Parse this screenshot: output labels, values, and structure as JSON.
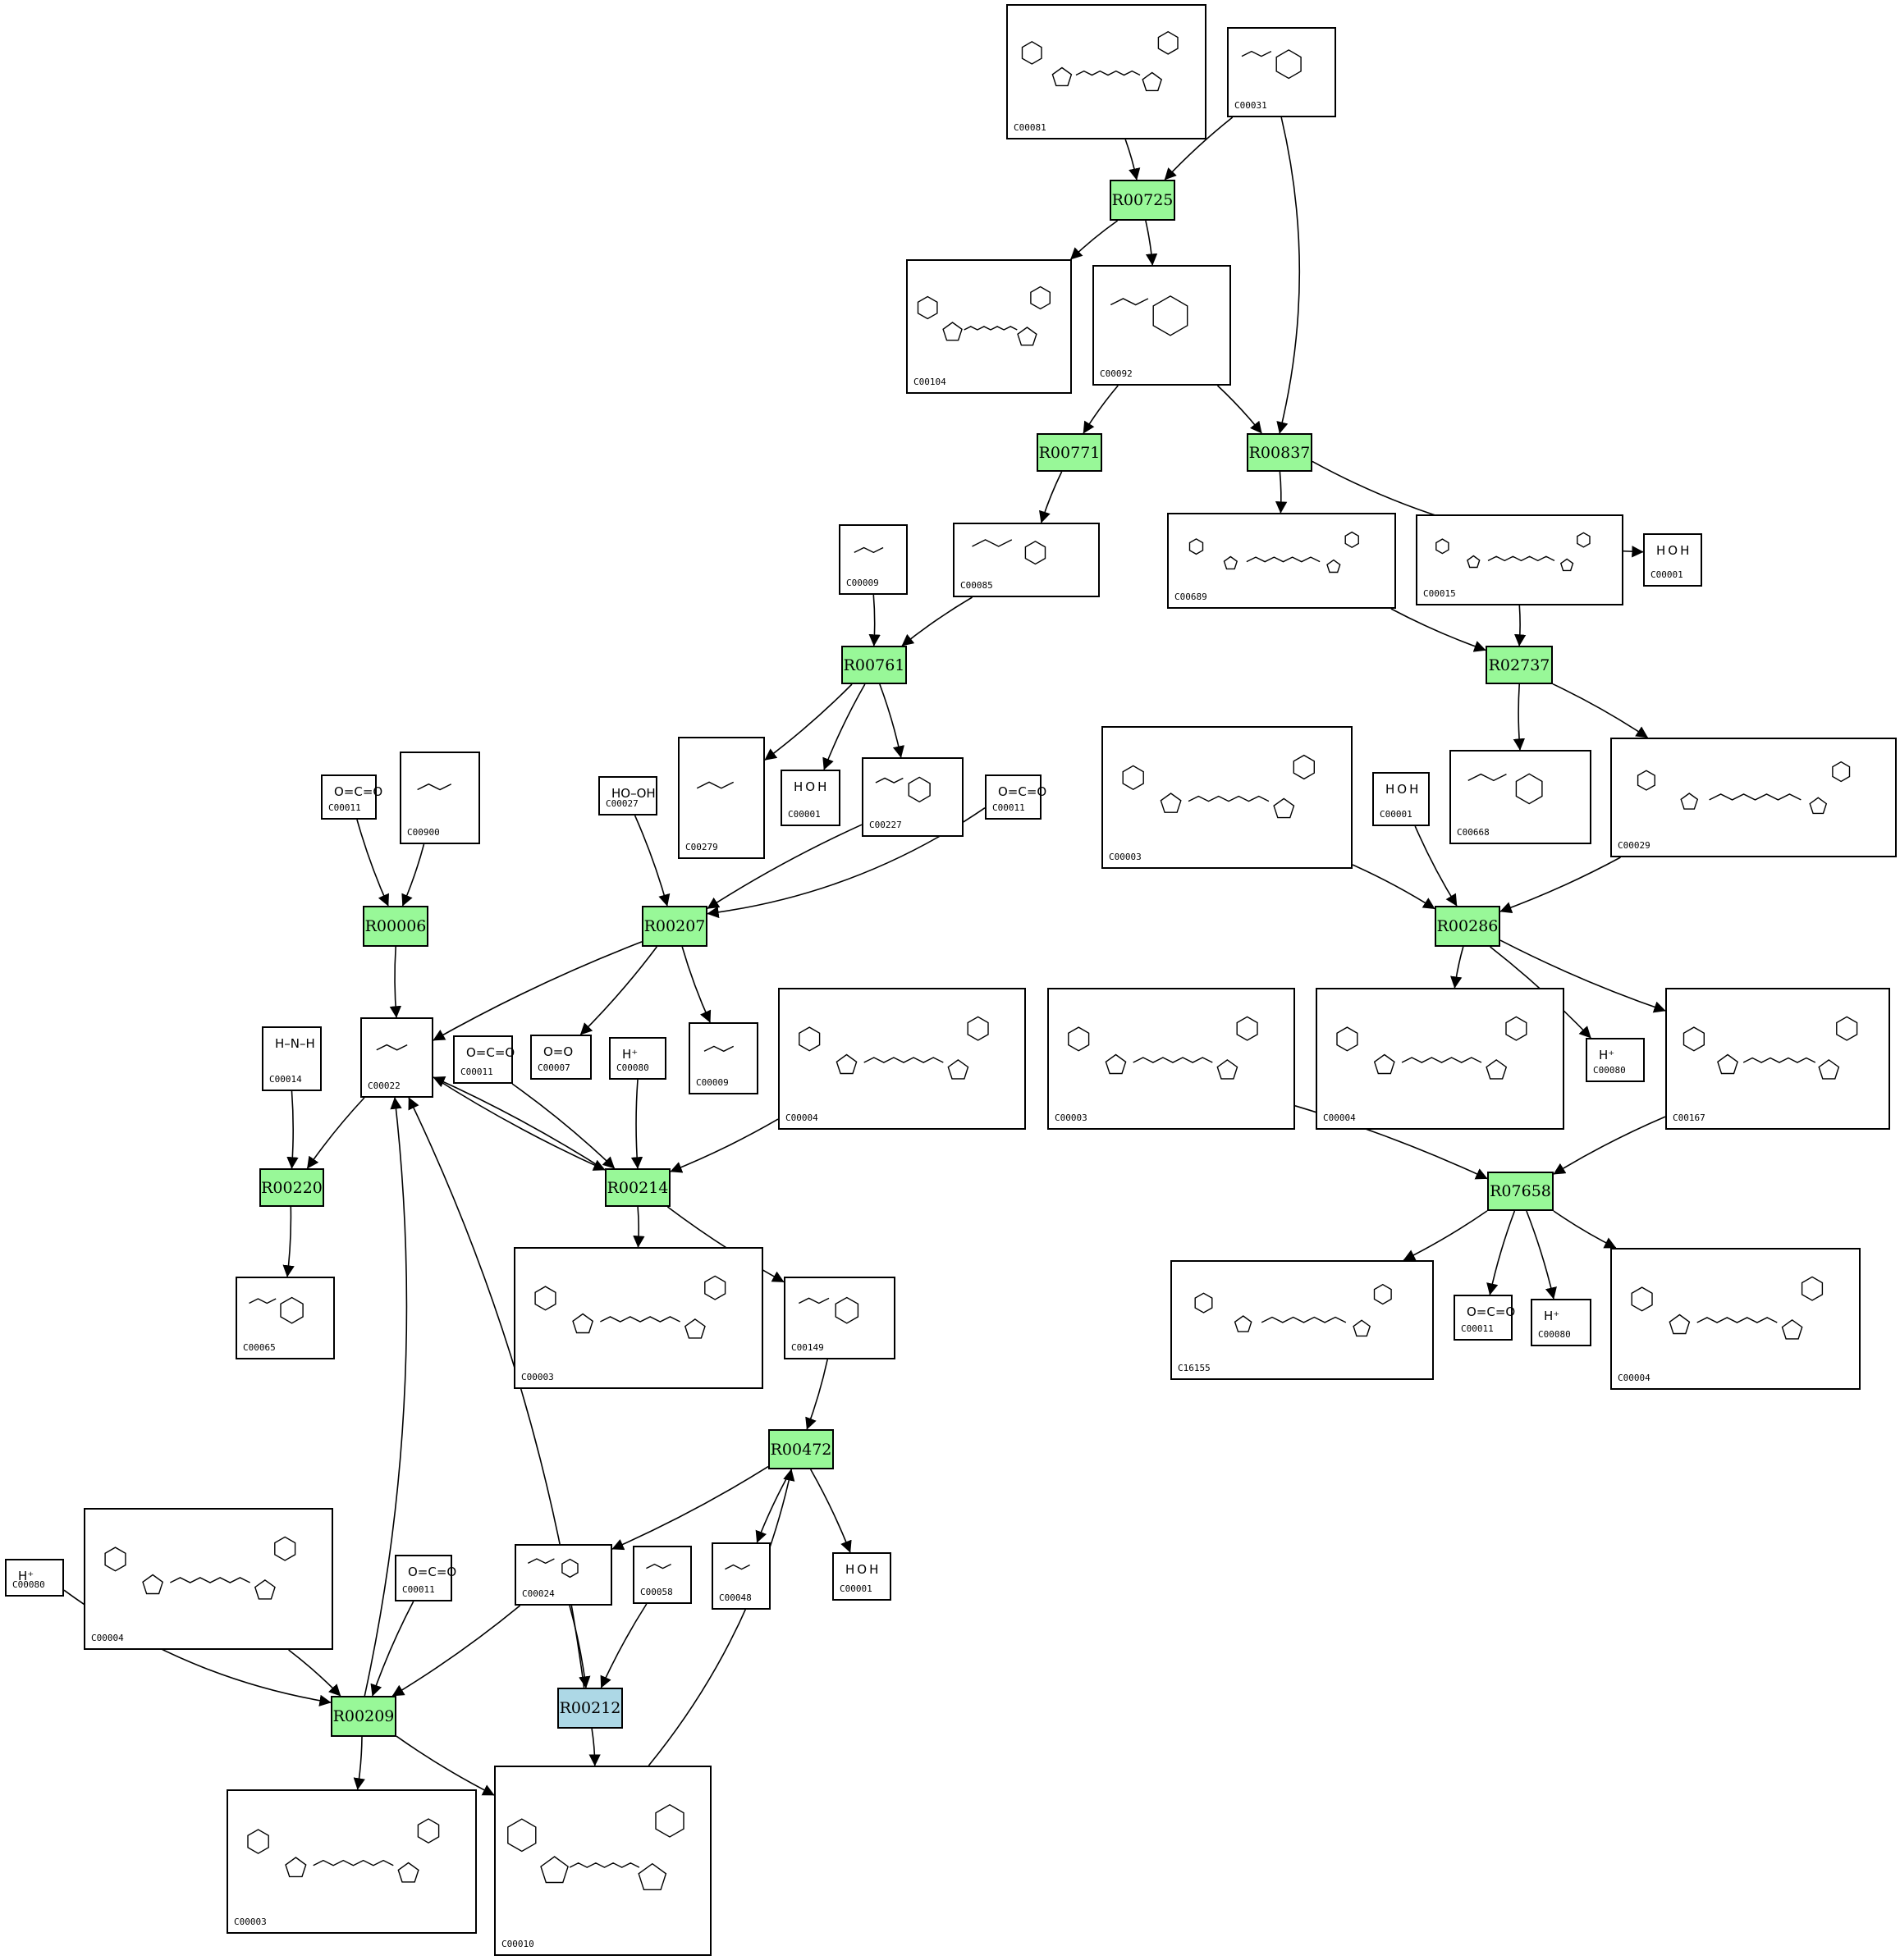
{
  "colors": {
    "reaction": "#98f898",
    "reaction_highlight": "#add8e6",
    "edge": "#000000"
  },
  "reactions": [
    {
      "id": "R00725",
      "label": "R00725",
      "highlight": false
    },
    {
      "id": "R00771",
      "label": "R00771",
      "highlight": false
    },
    {
      "id": "R00837",
      "label": "R00837",
      "highlight": false
    },
    {
      "id": "R00761",
      "label": "R00761",
      "highlight": false
    },
    {
      "id": "R02737",
      "label": "R02737",
      "highlight": false
    },
    {
      "id": "R00006",
      "label": "R00006",
      "highlight": false
    },
    {
      "id": "R00207",
      "label": "R00207",
      "highlight": false
    },
    {
      "id": "R00286",
      "label": "R00286",
      "highlight": false
    },
    {
      "id": "R00220",
      "label": "R00220",
      "highlight": false
    },
    {
      "id": "R00214",
      "label": "R00214",
      "highlight": false
    },
    {
      "id": "R07658",
      "label": "R07658",
      "highlight": false
    },
    {
      "id": "R00472",
      "label": "R00472",
      "highlight": false
    },
    {
      "id": "R00209",
      "label": "R00209",
      "highlight": false
    },
    {
      "id": "R00212",
      "label": "R00212",
      "highlight": true
    }
  ],
  "compounds": [
    {
      "key": "n1",
      "id": "C00081",
      "text": "",
      "structure": "ITP"
    },
    {
      "key": "n2",
      "id": "C00031",
      "text": "",
      "structure": "glucose"
    },
    {
      "key": "n3",
      "id": "C00104",
      "text": "",
      "structure": "IDP"
    },
    {
      "key": "n4",
      "id": "C00092",
      "text": "",
      "structure": "glucose-6-phosphate"
    },
    {
      "key": "n5",
      "id": "C00085",
      "text": "",
      "structure": "fructose-6-phosphate"
    },
    {
      "key": "n6",
      "id": "C00009",
      "text": "",
      "structure": "phosphate"
    },
    {
      "key": "n7",
      "id": "C00689",
      "text": "",
      "structure": "trehalose-6-phosphate"
    },
    {
      "key": "n8",
      "id": "C00015",
      "text": "",
      "structure": "UDP"
    },
    {
      "key": "n9",
      "id": "C00001",
      "text": "H O H",
      "structure": "water"
    },
    {
      "key": "n10",
      "id": "C00279",
      "text": "",
      "structure": "erythrose-4-phosphate"
    },
    {
      "key": "n11",
      "id": "C00001",
      "text": "H O H",
      "structure": "water"
    },
    {
      "key": "n12",
      "id": "C00227",
      "text": "",
      "structure": "acetyl-phosphate"
    },
    {
      "key": "n13",
      "id": "C00011",
      "text": "O=C=O",
      "structure": "CO2"
    },
    {
      "key": "n14",
      "id": "C00900",
      "text": "",
      "structure": "2-acetolactate"
    },
    {
      "key": "n15",
      "id": "C00027",
      "text": "HO–OH",
      "structure": "H2O2"
    },
    {
      "key": "n16",
      "id": "C00011",
      "text": "O=C=O",
      "structure": "CO2"
    },
    {
      "key": "n17",
      "id": "C00003",
      "text": "",
      "structure": "NAD+"
    },
    {
      "key": "n18",
      "id": "C00001",
      "text": "H O H",
      "structure": "water"
    },
    {
      "key": "n19",
      "id": "C00668",
      "text": "",
      "structure": "glucose-1-phosphate"
    },
    {
      "key": "n20",
      "id": "C00029",
      "text": "",
      "structure": "UDP-glucose"
    },
    {
      "key": "n21",
      "id": "C00014",
      "text": "H–N–H",
      "structure": "ammonia"
    },
    {
      "key": "n22",
      "id": "C00022",
      "text": "",
      "structure": "pyruvate"
    },
    {
      "key": "n23",
      "id": "C00011",
      "text": "O=C=O",
      "structure": "CO2"
    },
    {
      "key": "n24",
      "id": "C00007",
      "text": "O=O",
      "structure": "oxygen"
    },
    {
      "key": "n25",
      "id": "C00080",
      "text": "H⁺",
      "structure": "proton"
    },
    {
      "key": "n26",
      "id": "C00009",
      "text": "",
      "structure": "phosphate"
    },
    {
      "key": "n27",
      "id": "C00004",
      "text": "",
      "structure": "NADH"
    },
    {
      "key": "n28",
      "id": "C00003",
      "text": "",
      "structure": "NAD+"
    },
    {
      "key": "n29",
      "id": "C00004",
      "text": "",
      "structure": "NADH"
    },
    {
      "key": "n30",
      "id": "C00080",
      "text": "H⁺",
      "structure": "proton"
    },
    {
      "key": "n31",
      "id": "C00167",
      "text": "",
      "structure": "UDP-glucuronate"
    },
    {
      "key": "n32",
      "id": "C00065",
      "text": "",
      "structure": "serine"
    },
    {
      "key": "n33",
      "id": "C00003",
      "text": "",
      "structure": "NAD+"
    },
    {
      "key": "n34",
      "id": "C00149",
      "text": "",
      "structure": "malate"
    },
    {
      "key": "n35",
      "id": "C16155",
      "text": "",
      "structure": "UDP-4-keto-pentose"
    },
    {
      "key": "n36",
      "id": "C00011",
      "text": "O=C=O",
      "structure": "CO2"
    },
    {
      "key": "n37",
      "id": "C00080",
      "text": "H⁺",
      "structure": "proton"
    },
    {
      "key": "n38",
      "id": "C00004",
      "text": "",
      "structure": "NADH"
    },
    {
      "key": "n39",
      "id": "C00080",
      "text": "H⁺",
      "structure": "proton"
    },
    {
      "key": "n40",
      "id": "C00004",
      "text": "",
      "structure": "NADH"
    },
    {
      "key": "n41",
      "id": "C00011",
      "text": "O=C=O",
      "structure": "CO2"
    },
    {
      "key": "n42",
      "id": "C00024",
      "text": "",
      "structure": "acetyl-CoA"
    },
    {
      "key": "n43",
      "id": "C00058",
      "text": "",
      "structure": "formate"
    },
    {
      "key": "n44",
      "id": "C00048",
      "text": "",
      "structure": "glyoxylate"
    },
    {
      "key": "n45",
      "id": "C00001",
      "text": "H O H",
      "structure": "water"
    },
    {
      "key": "n46",
      "id": "C00003",
      "text": "",
      "structure": "NAD+"
    },
    {
      "key": "n47",
      "id": "C00010",
      "text": "",
      "structure": "CoA"
    }
  ],
  "edges": [
    [
      "n1",
      "R00725"
    ],
    [
      "n2",
      "R00725"
    ],
    [
      "n2",
      "R00837"
    ],
    [
      "R00725",
      "n3"
    ],
    [
      "R00725",
      "n4"
    ],
    [
      "n4",
      "R00771"
    ],
    [
      "n4",
      "R00837"
    ],
    [
      "R00771",
      "n5"
    ],
    [
      "R00837",
      "n7"
    ],
    [
      "R00837",
      "n9"
    ],
    [
      "n6",
      "R00761"
    ],
    [
      "n5",
      "R00761"
    ],
    [
      "R00761",
      "n10"
    ],
    [
      "R00761",
      "n11"
    ],
    [
      "R00761",
      "n12"
    ],
    [
      "n7",
      "R02737"
    ],
    [
      "n8",
      "R02737"
    ],
    [
      "R02737",
      "n19"
    ],
    [
      "R02737",
      "n20"
    ],
    [
      "n13",
      "R00006"
    ],
    [
      "n14",
      "R00006"
    ],
    [
      "R00006",
      "n22"
    ],
    [
      "n15",
      "R00207"
    ],
    [
      "n12",
      "R00207"
    ],
    [
      "n16",
      "R00207"
    ],
    [
      "R00207",
      "n22"
    ],
    [
      "R00207",
      "n24"
    ],
    [
      "R00207",
      "n26"
    ],
    [
      "n17",
      "R00286"
    ],
    [
      "n18",
      "R00286"
    ],
    [
      "n20",
      "R00286"
    ],
    [
      "R00286",
      "n29"
    ],
    [
      "R00286",
      "n30"
    ],
    [
      "R00286",
      "n31"
    ],
    [
      "n21",
      "R00220"
    ],
    [
      "n22",
      "R00220"
    ],
    [
      "R00220",
      "n32"
    ],
    [
      "n22",
      "R00214"
    ],
    [
      "n23",
      "R00214"
    ],
    [
      "n25",
      "R00214"
    ],
    [
      "n27",
      "R00214"
    ],
    [
      "R00214",
      "n22"
    ],
    [
      "R00214",
      "n33"
    ],
    [
      "R00214",
      "n34"
    ],
    [
      "n28",
      "R07658"
    ],
    [
      "n31",
      "R07658"
    ],
    [
      "R07658",
      "n35"
    ],
    [
      "R07658",
      "n36"
    ],
    [
      "R07658",
      "n37"
    ],
    [
      "R07658",
      "n38"
    ],
    [
      "n34",
      "R00472"
    ],
    [
      "n47",
      "R00472"
    ],
    [
      "R00472",
      "n42"
    ],
    [
      "R00472",
      "n44"
    ],
    [
      "R00472",
      "n45"
    ],
    [
      "n39",
      "R00209"
    ],
    [
      "n40",
      "R00209"
    ],
    [
      "n41",
      "R00209"
    ],
    [
      "n42",
      "R00209"
    ],
    [
      "R00209",
      "n22"
    ],
    [
      "R00209",
      "n46"
    ],
    [
      "R00209",
      "n47"
    ],
    [
      "n42",
      "R00212"
    ],
    [
      "n43",
      "R00212"
    ],
    [
      "R00212",
      "n47"
    ],
    [
      "R00212",
      "n22"
    ]
  ]
}
